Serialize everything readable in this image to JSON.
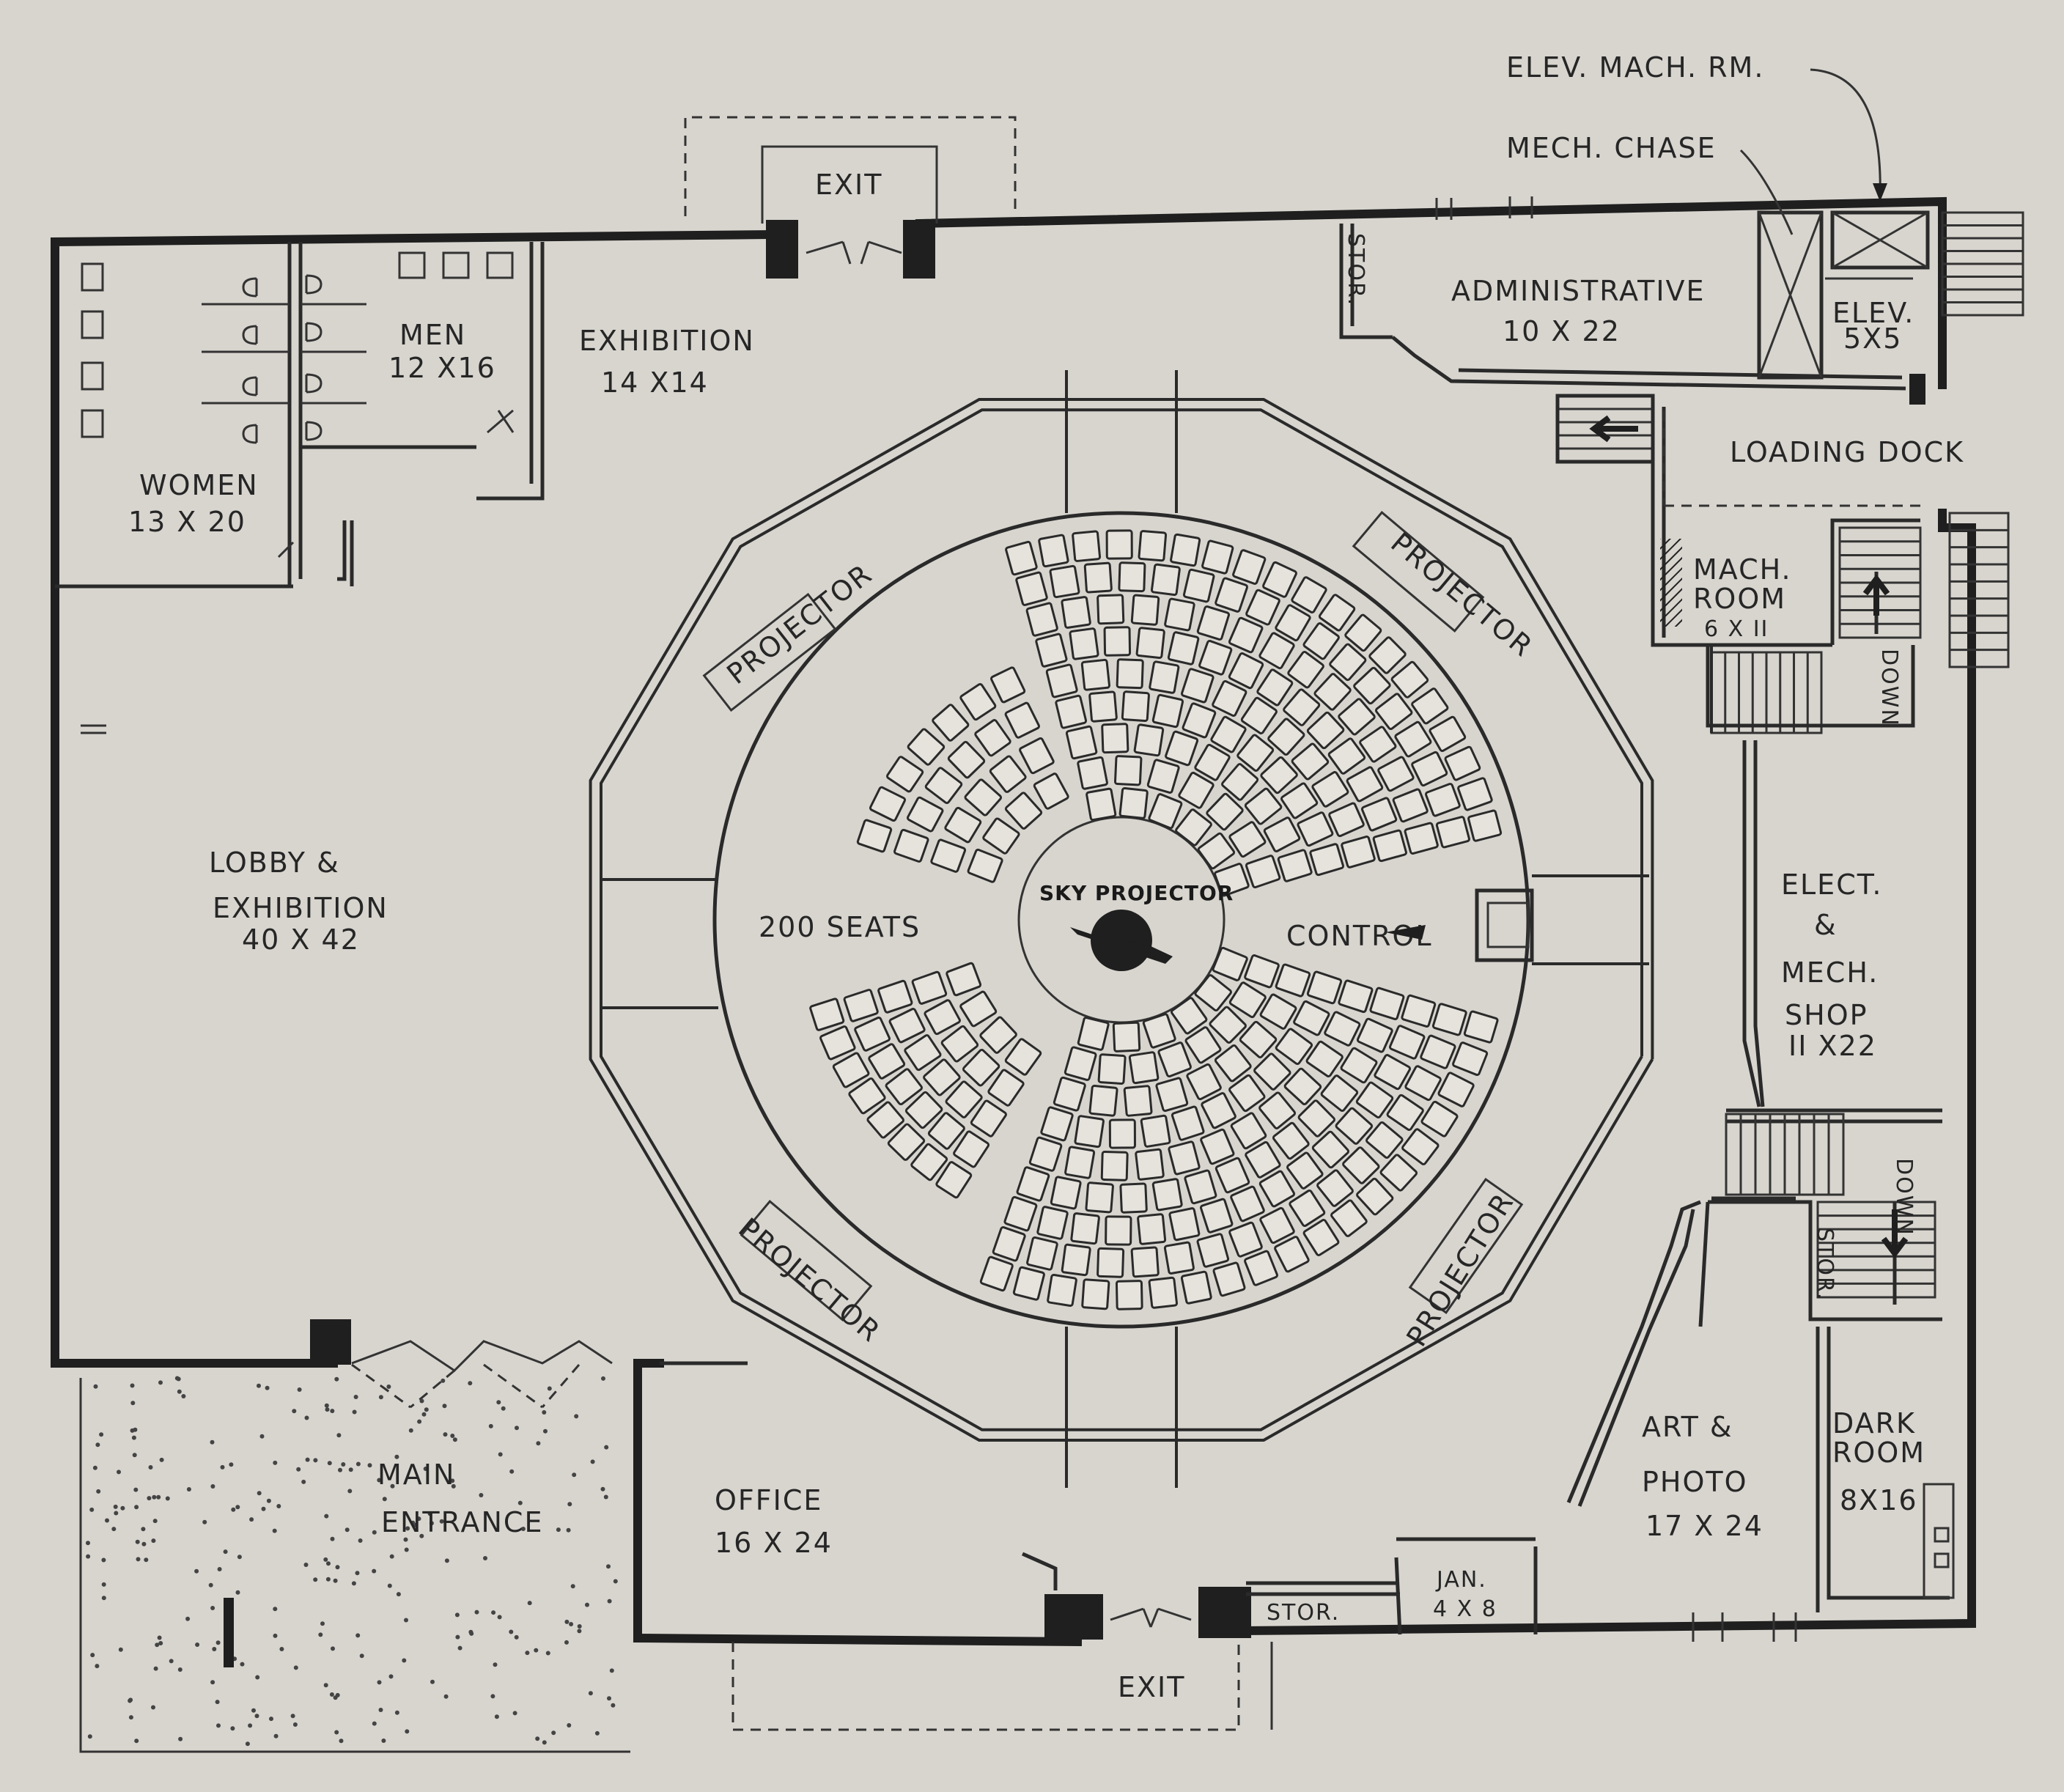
{
  "labels": {
    "elev_mach_rm": "ELEV. MACH. RM.",
    "mech_chase": "MECH. CHASE",
    "exit_top": "EXIT",
    "exit_bottom": "EXIT",
    "men": "MEN",
    "men_size": "12 X16",
    "women": "WOMEN",
    "women_size": "13 X 20",
    "exhibition": "EXHIBITION",
    "exhibition_size": "14 X14",
    "stor_top": "STOR.",
    "administrative": "ADMINISTRATIVE",
    "administrative_size": "10 X 22",
    "elev": "ELEV.",
    "elev_size": "5X5",
    "loading_dock": "LOADING  DOCK",
    "mach_room_1": "MACH.",
    "mach_room_2": "ROOM",
    "mach_room_size": "6 X II",
    "down_upper": "DOWN",
    "lobby_1": "LOBBY &",
    "lobby_2": "EXHIBITION",
    "lobby_size": "40 X 42",
    "seats": "200 SEATS",
    "sky_projector": "SKY PROJECTOR",
    "control": "CONTROL",
    "projector_nw": "PROJECTOR",
    "projector_ne": "PROJECTOR",
    "projector_sw": "PROJECTOR",
    "projector_se": "PROJECTOR",
    "elect_1": "ELECT.",
    "elect_2": "&",
    "elect_3": "MECH.",
    "elect_4": "SHOP",
    "elect_size": "II X22",
    "down_lower": "DOWN",
    "stor_right": "STOR.",
    "art_1": "ART &",
    "art_2": "PHOTO",
    "art_size": "17 X 24",
    "dark_1": "DARK",
    "dark_2": "ROOM",
    "dark_size": "8X16",
    "jan": "JAN.",
    "jan_size": "4 X 8",
    "stor_bottom": "STOR.",
    "office": "OFFICE",
    "office_size": "16 X 24",
    "main_1": "MAIN",
    "main_2": "ENTRANCE"
  },
  "theater": {
    "seat_count": 200,
    "upper_left_rows": 4,
    "upper_right_rows": 9,
    "lower_left_rows": 5,
    "lower_right_rows": 9
  },
  "colors": {
    "paper": "#d8d5cf",
    "ink": "#1f1f1f"
  }
}
